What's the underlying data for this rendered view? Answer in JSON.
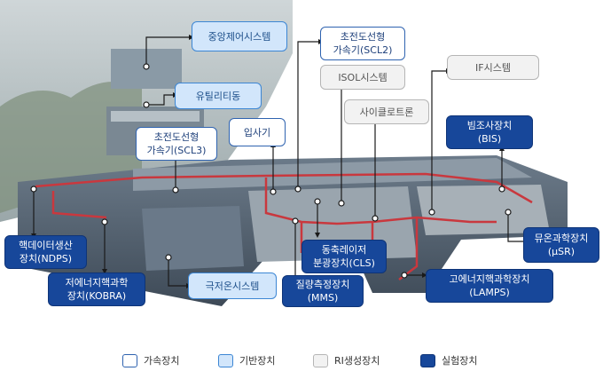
{
  "labels": {
    "central_control": "중앙제어시스템",
    "utility": "유틸리티동",
    "injector": "입사기",
    "scl3": "초전도선형\n가속기(SCL3)",
    "scl2": "초전도선형\n가속기(SCL2)",
    "isol": "ISOL시스템",
    "if_system": "IF시스템",
    "cyclotron": "사이클로트론",
    "bis": "빔조사장치\n(BIS)",
    "msr": "뮤온과학장치\n(μSR)",
    "cls": "동축레이저\n분광장치(CLS)",
    "mms": "질량측정장치\n(MMS)",
    "lamps": "고에너지핵과학장치\n(LAMPS)",
    "ndps": "핵데이터생산\n장치(NDPS)",
    "kobra": "저에너지핵과학\n장치(KOBRA)",
    "cryo": "극저온시스템"
  },
  "legend": [
    {
      "label": "가속장치",
      "fill": "#ffffff",
      "border": "#2f63b0"
    },
    {
      "label": "기반장치",
      "fill": "#d2e6fb",
      "border": "#3c86d4"
    },
    {
      "label": "RI생성장치",
      "fill": "#f2f2f2",
      "border": "#b5b5b5"
    },
    {
      "label": "실험장치",
      "fill": "#17479a",
      "border": "#0e3478"
    }
  ],
  "colors": {
    "accelerator_line": "#c9383e",
    "leader_line": "#1a1a1a"
  }
}
